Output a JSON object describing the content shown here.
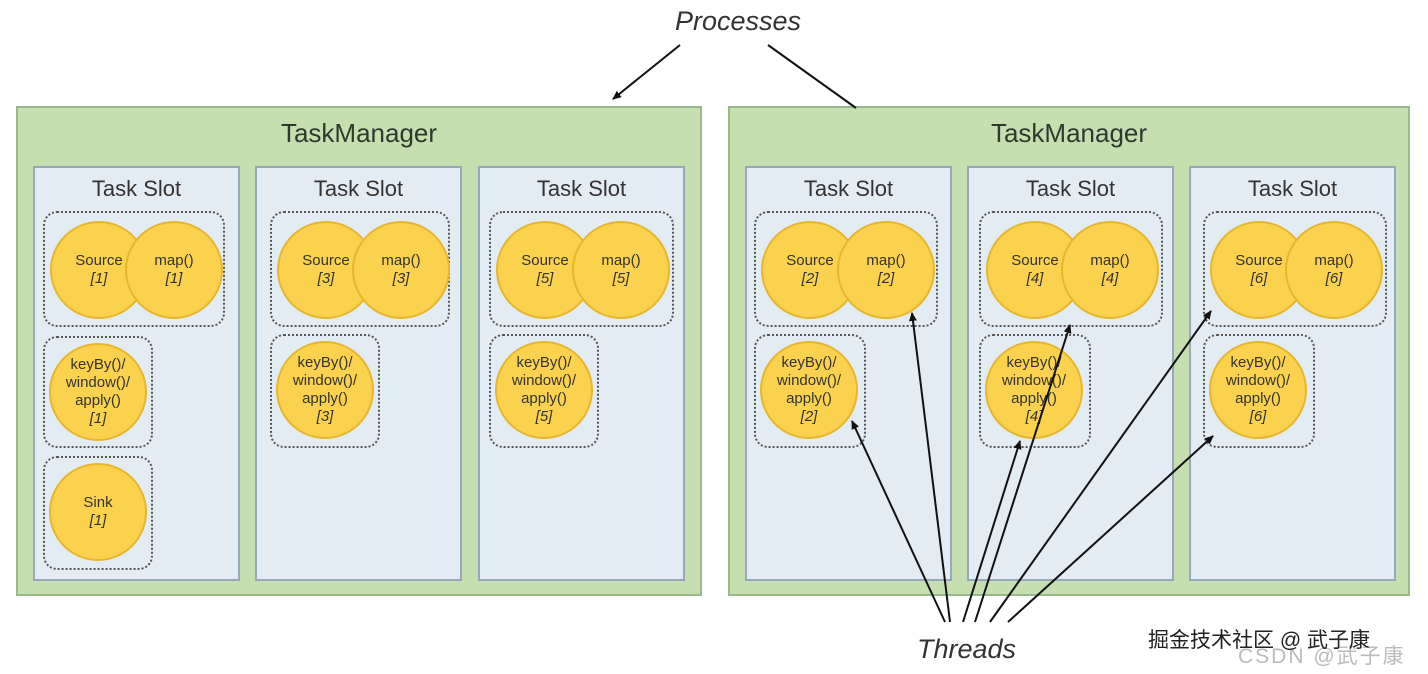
{
  "processes_label": "Processes",
  "threads_label": "Threads",
  "taskmanagers": [
    {
      "title": "TaskManager",
      "slots": [
        {
          "title": "Task Slot",
          "source": {
            "name": "Source",
            "idx": "[1]"
          },
          "map": {
            "name": "map()",
            "idx": "[1]"
          },
          "keyby": {
            "lines": [
              "keyBy()/",
              "window()/",
              "apply()"
            ],
            "idx": "[1]"
          },
          "sink": {
            "name": "Sink",
            "idx": "[1]"
          }
        },
        {
          "title": "Task Slot",
          "source": {
            "name": "Source",
            "idx": "[3]"
          },
          "map": {
            "name": "map()",
            "idx": "[3]"
          },
          "keyby": {
            "lines": [
              "keyBy()/",
              "window()/",
              "apply()"
            ],
            "idx": "[3]"
          }
        },
        {
          "title": "Task Slot",
          "source": {
            "name": "Source",
            "idx": "[5]"
          },
          "map": {
            "name": "map()",
            "idx": "[5]"
          },
          "keyby": {
            "lines": [
              "keyBy()/",
              "window()/",
              "apply()"
            ],
            "idx": "[5]"
          }
        }
      ]
    },
    {
      "title": "TaskManager",
      "slots": [
        {
          "title": "Task Slot",
          "source": {
            "name": "Source",
            "idx": "[2]"
          },
          "map": {
            "name": "map()",
            "idx": "[2]"
          },
          "keyby": {
            "lines": [
              "keyBy()/",
              "window()/",
              "apply()"
            ],
            "idx": "[2]"
          }
        },
        {
          "title": "Task Slot",
          "source": {
            "name": "Source",
            "idx": "[4]"
          },
          "map": {
            "name": "map()",
            "idx": "[4]"
          },
          "keyby": {
            "lines": [
              "keyBy()/",
              "window()/",
              "apply()"
            ],
            "idx": "[4]"
          }
        },
        {
          "title": "Task Slot",
          "source": {
            "name": "Source",
            "idx": "[6]"
          },
          "map": {
            "name": "map()",
            "idx": "[6]"
          },
          "keyby": {
            "lines": [
              "keyBy()/",
              "window()/",
              "apply()"
            ],
            "idx": "[6]"
          }
        }
      ]
    }
  ],
  "watermark": "掘金技术社区 @ 武子康",
  "watermark_faint": "CSDN @武子康"
}
